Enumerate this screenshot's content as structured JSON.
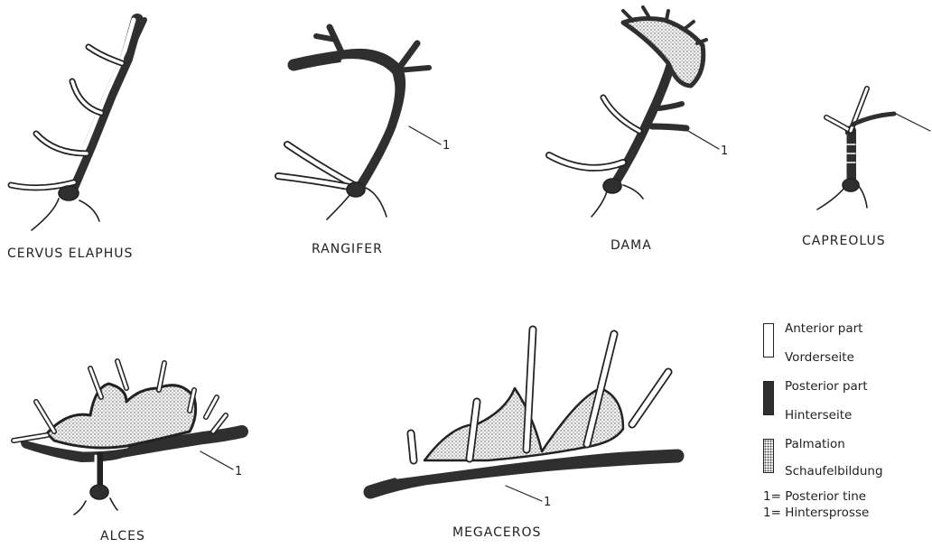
{
  "specimens": {
    "cervus_elaphus": "CERVUS ELAPHUS",
    "rangifer": "RANGIFER",
    "dama": "DAMA",
    "capreolus": "CAPREOLUS",
    "alces": "ALCES",
    "megaceros": "MEGACEROS"
  },
  "callout": "1",
  "legend": {
    "anterior_en": "Anterior part",
    "anterior_de": "Vorderseite",
    "posterior_en": "Posterior part",
    "posterior_de": "Hinterseite",
    "palmation_en": "Palmation",
    "palmation_de": "Schaufelbildung",
    "note_en": "1= Posterior tine",
    "note_de": "1= Hintersprosse"
  },
  "colors": {
    "posterior": "#2f2f2f",
    "anterior": "#ffffff",
    "outline": "#222222"
  }
}
